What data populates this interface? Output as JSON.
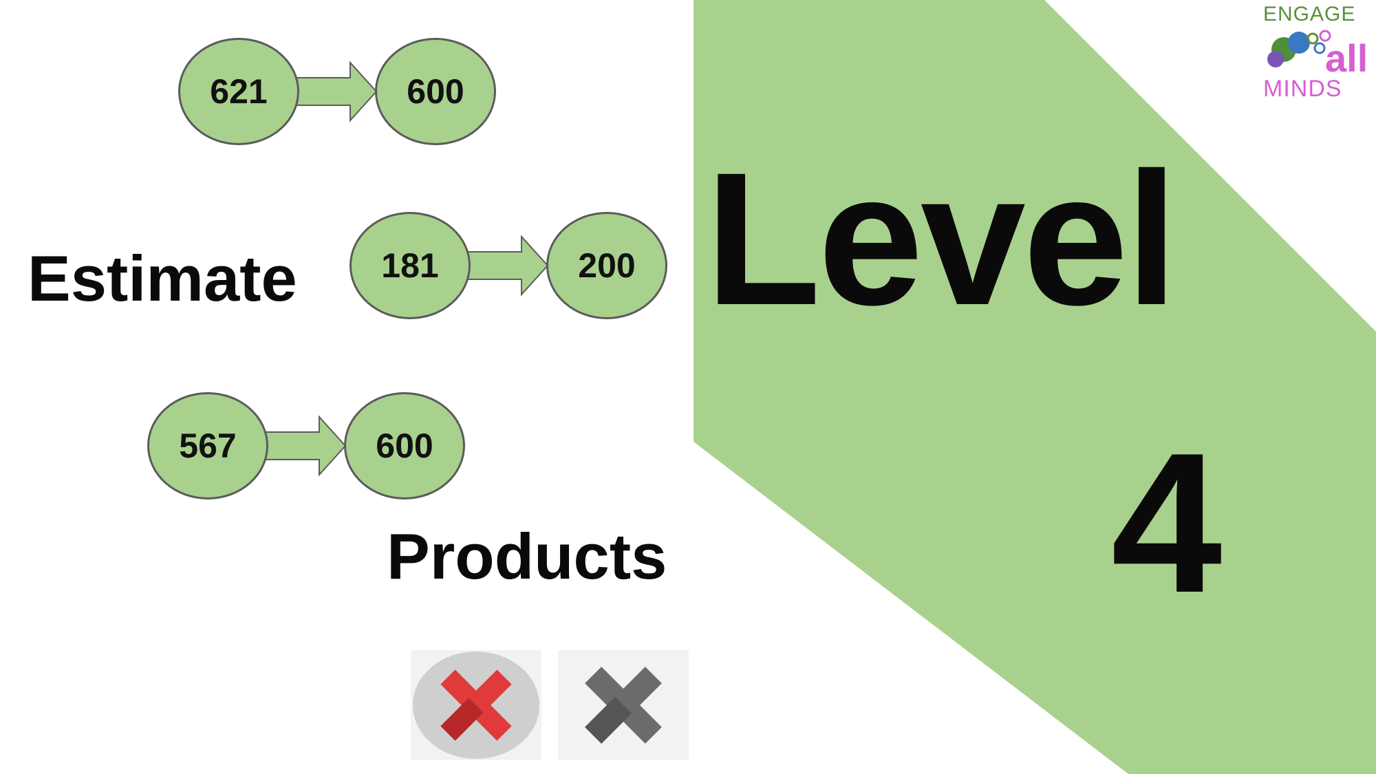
{
  "slide": {
    "left_label": "Estimate",
    "bottom_label": "Products",
    "level_label": "Level",
    "level_number": "4"
  },
  "rounding_pairs": [
    {
      "from": "621",
      "to": "600"
    },
    {
      "from": "181",
      "to": "200"
    },
    {
      "from": "567",
      "to": "600"
    }
  ],
  "logo": {
    "top": "ENGAGE",
    "middle": "all",
    "bottom": "MINDS"
  },
  "colors": {
    "bubble_fill": "#a9d18e",
    "band_green": "#a9d18e",
    "close_red": "#e03a3a",
    "close_grey": "#6b6b6b"
  },
  "icons": {
    "close_red": "close-red-icon",
    "close_grey": "close-grey-icon"
  }
}
